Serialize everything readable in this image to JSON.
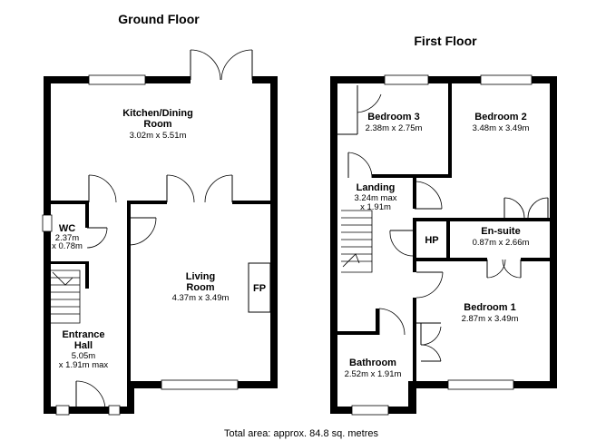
{
  "floors": {
    "ground": {
      "title": "Ground Floor",
      "rooms": {
        "kitchen": {
          "name_line1": "Kitchen/Dining",
          "name_line2": "Room",
          "dims": "3.02m x 5.51m"
        },
        "wc": {
          "name": "WC",
          "dims_line1": "2.37m",
          "dims_line2": "x 0.78m"
        },
        "living": {
          "name_line1": "Living",
          "name_line2": "Room",
          "dims": "4.37m x 3.49m"
        },
        "fireplace": {
          "label": "FP"
        },
        "hall": {
          "name_line1": "Entrance",
          "name_line2": "Hall",
          "dims_line1": "5.05m",
          "dims_line2": "x 1.91m max"
        }
      }
    },
    "first": {
      "title": "First Floor",
      "rooms": {
        "bedroom3": {
          "name": "Bedroom 3",
          "dims": "2.38m x 2.75m"
        },
        "bedroom2": {
          "name": "Bedroom 2",
          "dims": "3.48m x 3.49m"
        },
        "landing": {
          "name": "Landing",
          "dims_line1": "3.24m max",
          "dims_line2": "x 1.91m"
        },
        "ensuite": {
          "name": "En-suite",
          "dims": "0.87m x 2.66m"
        },
        "hp": {
          "label": "HP"
        },
        "bedroom1": {
          "name": "Bedroom 1",
          "dims": "2.87m x 3.49m"
        },
        "bathroom": {
          "name": "Bathroom",
          "dims": "2.52m x 1.91m"
        }
      }
    }
  },
  "total_area": "Total area: approx. 84.8 sq. metres",
  "colors": {
    "wall": "#000000",
    "background": "#ffffff"
  }
}
